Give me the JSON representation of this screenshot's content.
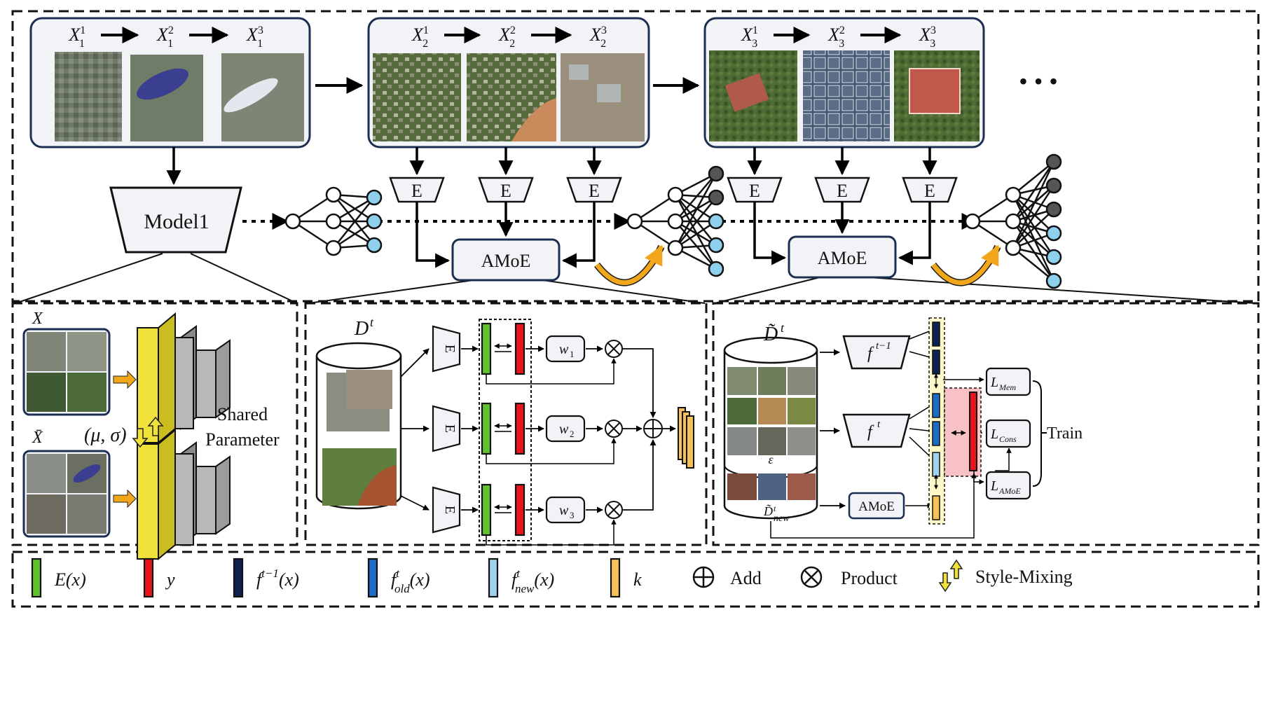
{
  "top": {
    "task1": {
      "labels": [
        "X_1^1",
        "X_1^2",
        "X_1^3"
      ]
    },
    "task2": {
      "labels": [
        "X_2^1",
        "X_2^2",
        "X_2^3"
      ]
    },
    "task3": {
      "labels": [
        "X_3^1",
        "X_3^2",
        "X_3^3"
      ]
    },
    "ellipsis": "• • •",
    "model_label": "Model1",
    "encoder_label": "E",
    "amoe_label": "AMoE"
  },
  "panel_left": {
    "x_label": "X",
    "xbar_label": "X̄",
    "mu_sigma": "(μ, σ)",
    "shared_line1": "Shared",
    "shared_line2": "Parameter"
  },
  "panel_mid": {
    "dt_label": "D",
    "dt_sup": "t",
    "encoder_label": "E",
    "weights": [
      "w",
      "w",
      "w"
    ],
    "weight_subs": [
      "1",
      "2",
      "3"
    ]
  },
  "panel_right": {
    "dt_tilde_label": "D̃",
    "dt_tilde_sup": "t",
    "epsilon": "ε",
    "dnew_label": "D̃",
    "dnew_sup": "t",
    "dnew_sub": "new",
    "f_prev": "f",
    "f_prev_sup": "t−1",
    "f_cur": "f",
    "f_cur_sup": "t",
    "amoe_label": "AMoE",
    "loss_mem": "L",
    "loss_mem_sub": "Mem",
    "loss_cons": "L",
    "loss_cons_sub": "Cons",
    "loss_amoe": "L",
    "loss_amoe_sub": "AMoE",
    "train_label": "Train"
  },
  "legend": [
    {
      "label": "E(x)",
      "color": "#5fc22e"
    },
    {
      "label": "y",
      "color": "#e8141b"
    },
    {
      "label": "f^{t−1}(x)",
      "color": "#0e2350"
    },
    {
      "label": "f^t_{old}(x)",
      "color": "#1f6cc4"
    },
    {
      "label": "f^t_{new}(x)",
      "color": "#9fd2ef"
    },
    {
      "label": "k",
      "color": "#f5c25a"
    },
    {
      "label": "Add"
    },
    {
      "label": "Product"
    },
    {
      "label": "Style-Mixing"
    }
  ],
  "colors": {
    "box_fill": "#f2f3f6",
    "box_border": "#1c2f52",
    "node_blue": "#8fd0ef",
    "node_gray": "#555555",
    "yellow": "#f0e23a",
    "orange_arrow": "#f2a71b",
    "pink": "#f7c1c6"
  }
}
